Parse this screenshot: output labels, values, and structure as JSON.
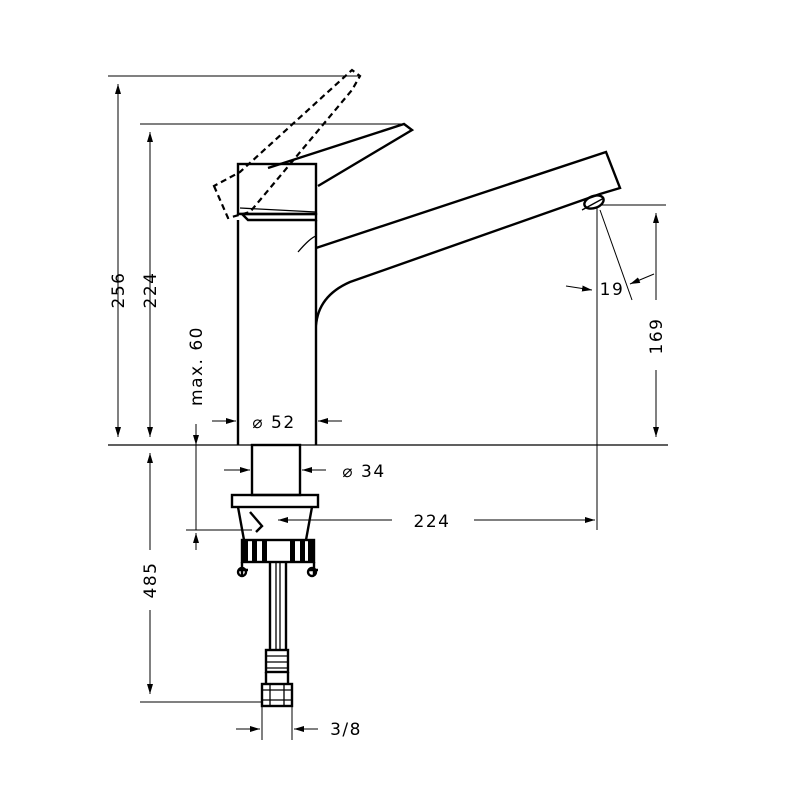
{
  "dimensions": {
    "total_height": "256",
    "lever_height": "224",
    "max_deck": "max. 60",
    "body_diameter": "⌀ 52",
    "shank_diameter": "⌀ 34",
    "spout_reach": "224",
    "spout_height": "169",
    "spout_angle": "19",
    "below_deck": "485",
    "connection": "3/8"
  }
}
